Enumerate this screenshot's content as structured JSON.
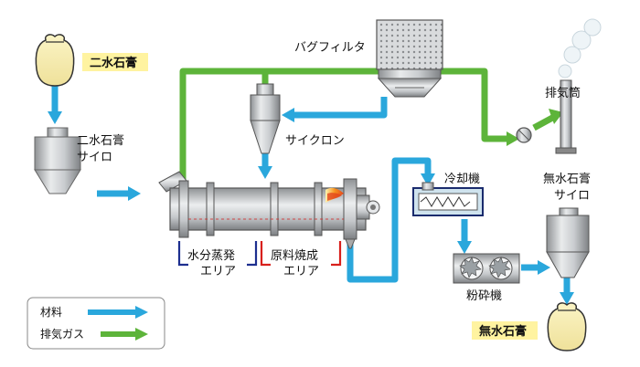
{
  "labels": {
    "dihydrate_gypsum": "二水石膏",
    "dihydrate_silo_line1": "二水石膏",
    "dihydrate_silo_line2": "サイロ",
    "bag_filter": "バグフィルタ",
    "exhaust_stack": "排気筒",
    "cyclone": "サイクロン",
    "cooler": "冷却機",
    "anhydrous_silo_line1": "無水石膏",
    "anhydrous_silo_line2": "サイロ",
    "crusher": "粉砕機",
    "anhydrous_gypsum": "無水石膏",
    "evaporation_line1": "水分蒸発",
    "evaporation_line2": "エリア",
    "firing_line1": "原料焼成",
    "firing_line2": "エリア"
  },
  "legend": {
    "material": "材料",
    "exhaust_gas": "排気ガス"
  },
  "colors": {
    "material_flow": "#2aa7dc",
    "exhaust_flow": "#5db43a",
    "highlight_bg": "#fff3a0",
    "evaporation_bracket": "#1d2f8f",
    "firing_bracket": "#d8201c",
    "equipment": "#b5b8bb"
  }
}
